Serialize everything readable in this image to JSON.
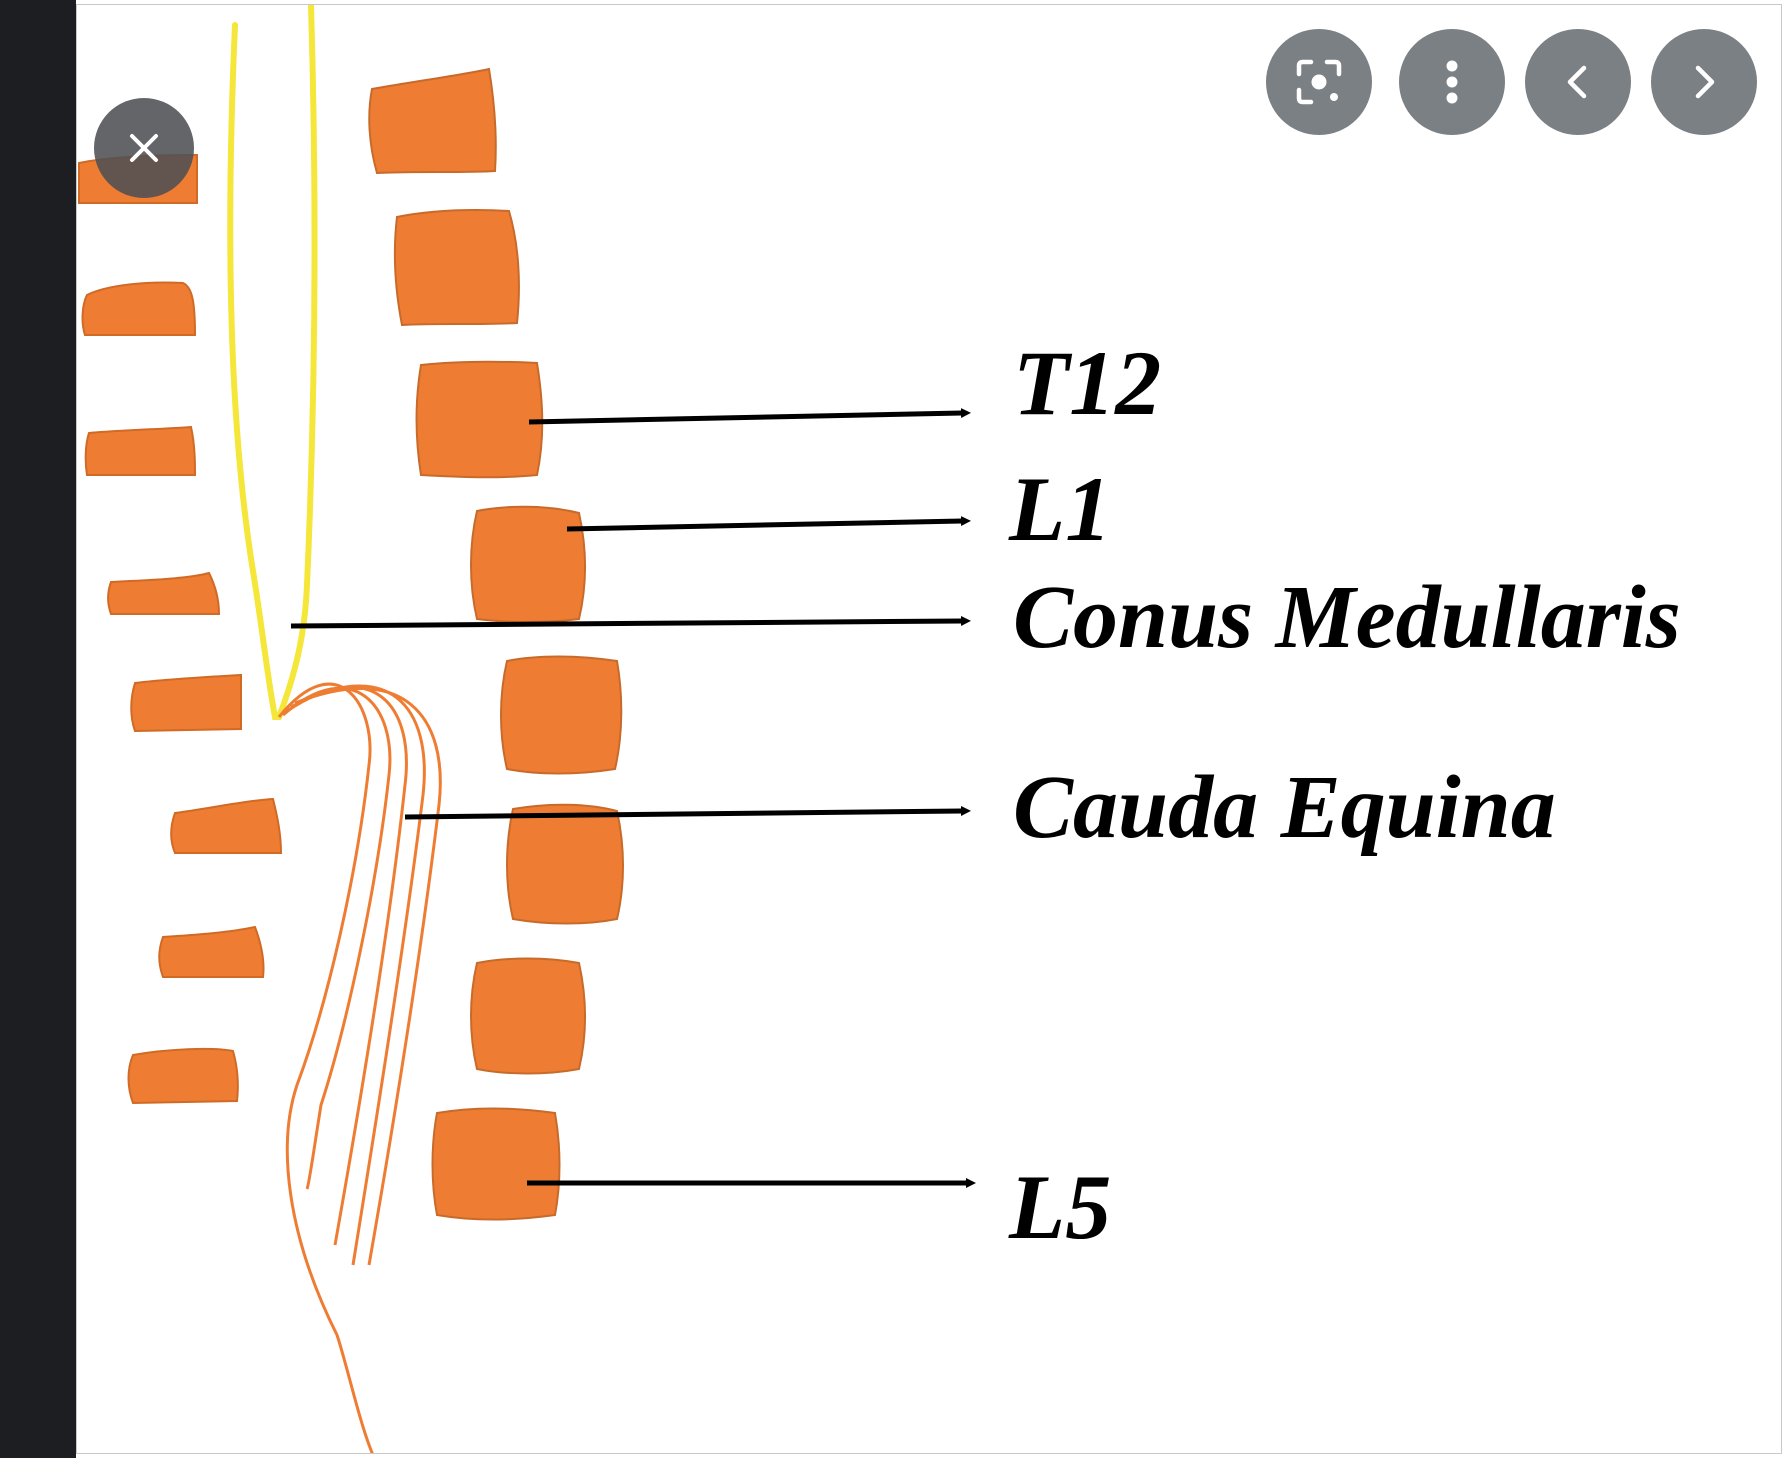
{
  "viewer": {
    "labels": {
      "t12": "T12",
      "l1": "L1",
      "conus": "Conus Medullaris",
      "cauda": "Cauda Equina",
      "l5": "L5"
    },
    "colors": {
      "vertebra": "#ee7d33",
      "vertebra_edge": "#c86a2a",
      "spinal_cord": "#f5e63a",
      "nerve_roots": "#ee7d33",
      "arrow": "#000000",
      "control_bg": "#70757a",
      "close_bg": "#4e5054",
      "left_strip": "#1c1e21"
    },
    "controls": {
      "close_icon": "close-icon",
      "lens_icon": "visual-search-icon",
      "more_icon": "more-vert-icon",
      "prev_icon": "chevron-left-icon",
      "next_icon": "chevron-right-icon"
    }
  }
}
